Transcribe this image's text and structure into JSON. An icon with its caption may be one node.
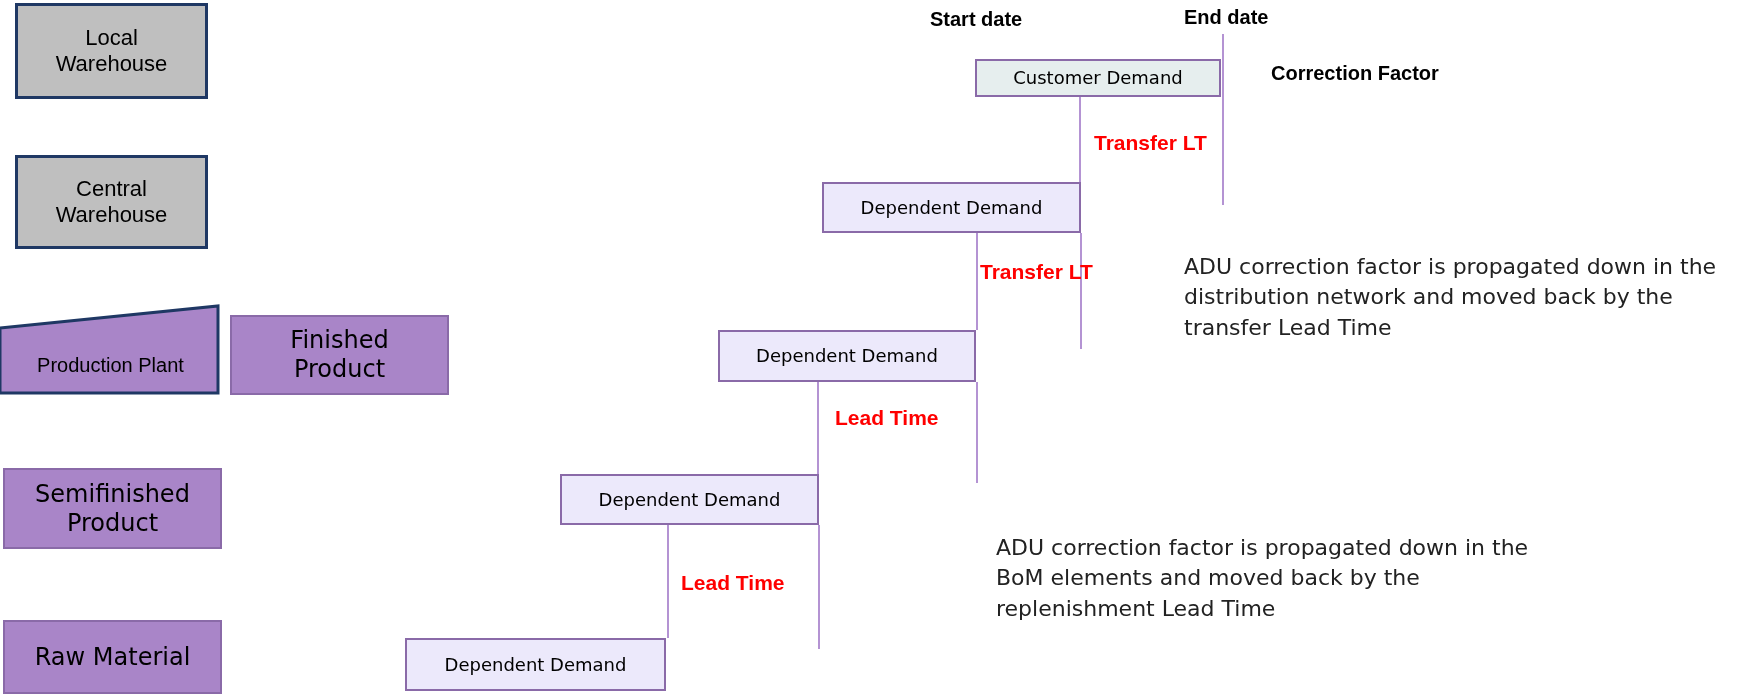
{
  "diagram": {
    "nodes": [
      {
        "text": [
          "Local Warehouse"
        ]
      },
      {
        "text": [
          "Central Warehouse"
        ]
      },
      {
        "text": [
          "Production Plant"
        ]
      },
      {
        "text": [
          "Finished Product"
        ]
      },
      {
        "text": [
          "Semifinished Product"
        ]
      },
      {
        "text": [
          "Raw Material"
        ]
      },
      {
        "text": [
          "Customer Demand"
        ]
      },
      {
        "text": [
          "Dependent Demand"
        ]
      },
      {
        "text": [
          "Dependent Demand"
        ]
      },
      {
        "text": [
          "Dependent Demand"
        ]
      },
      {
        "text": [
          "Dependent Demand"
        ]
      }
    ],
    "edges": [
      {
        "from": 6,
        "to": 7,
        "arrow": "none"
      },
      {
        "from": 7,
        "to": 8,
        "arrow": "none"
      },
      {
        "from": 8,
        "to": 9,
        "arrow": "none"
      },
      {
        "from": 9,
        "to": 10,
        "arrow": "none"
      }
    ],
    "labels": [
      "Start date",
      "End date",
      "Correction Factor",
      "Transfer LT",
      "Transfer LT",
      "ADU correction factor is propagated down in the distribution network and moved back by the transfer Lead Time",
      "Lead Time",
      "Lead Time",
      "ADU correction factor is propagated down in the BoM elements and moved back by the replenishment Lead Time"
    ]
  }
}
